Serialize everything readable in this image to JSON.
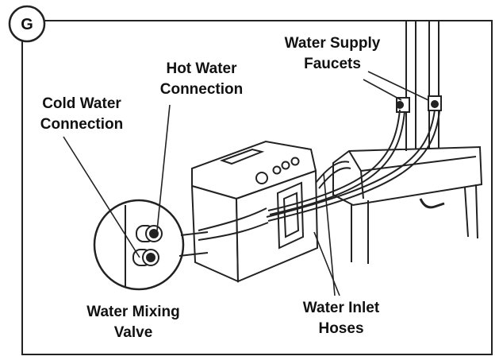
{
  "figure": {
    "badge": "G",
    "labels": {
      "water_supply_faucets": [
        "Water Supply",
        "Faucets"
      ],
      "hot_water_connection": [
        "Hot Water",
        "Connection"
      ],
      "cold_water_connection": [
        "Cold Water",
        "Connection"
      ],
      "water_mixing_valve": [
        "Water Mixing",
        "Valve"
      ],
      "water_inlet_hoses": [
        "Water Inlet",
        "Hoses"
      ]
    }
  },
  "colors": {
    "ink": "#111111",
    "background": "#ffffff"
  }
}
